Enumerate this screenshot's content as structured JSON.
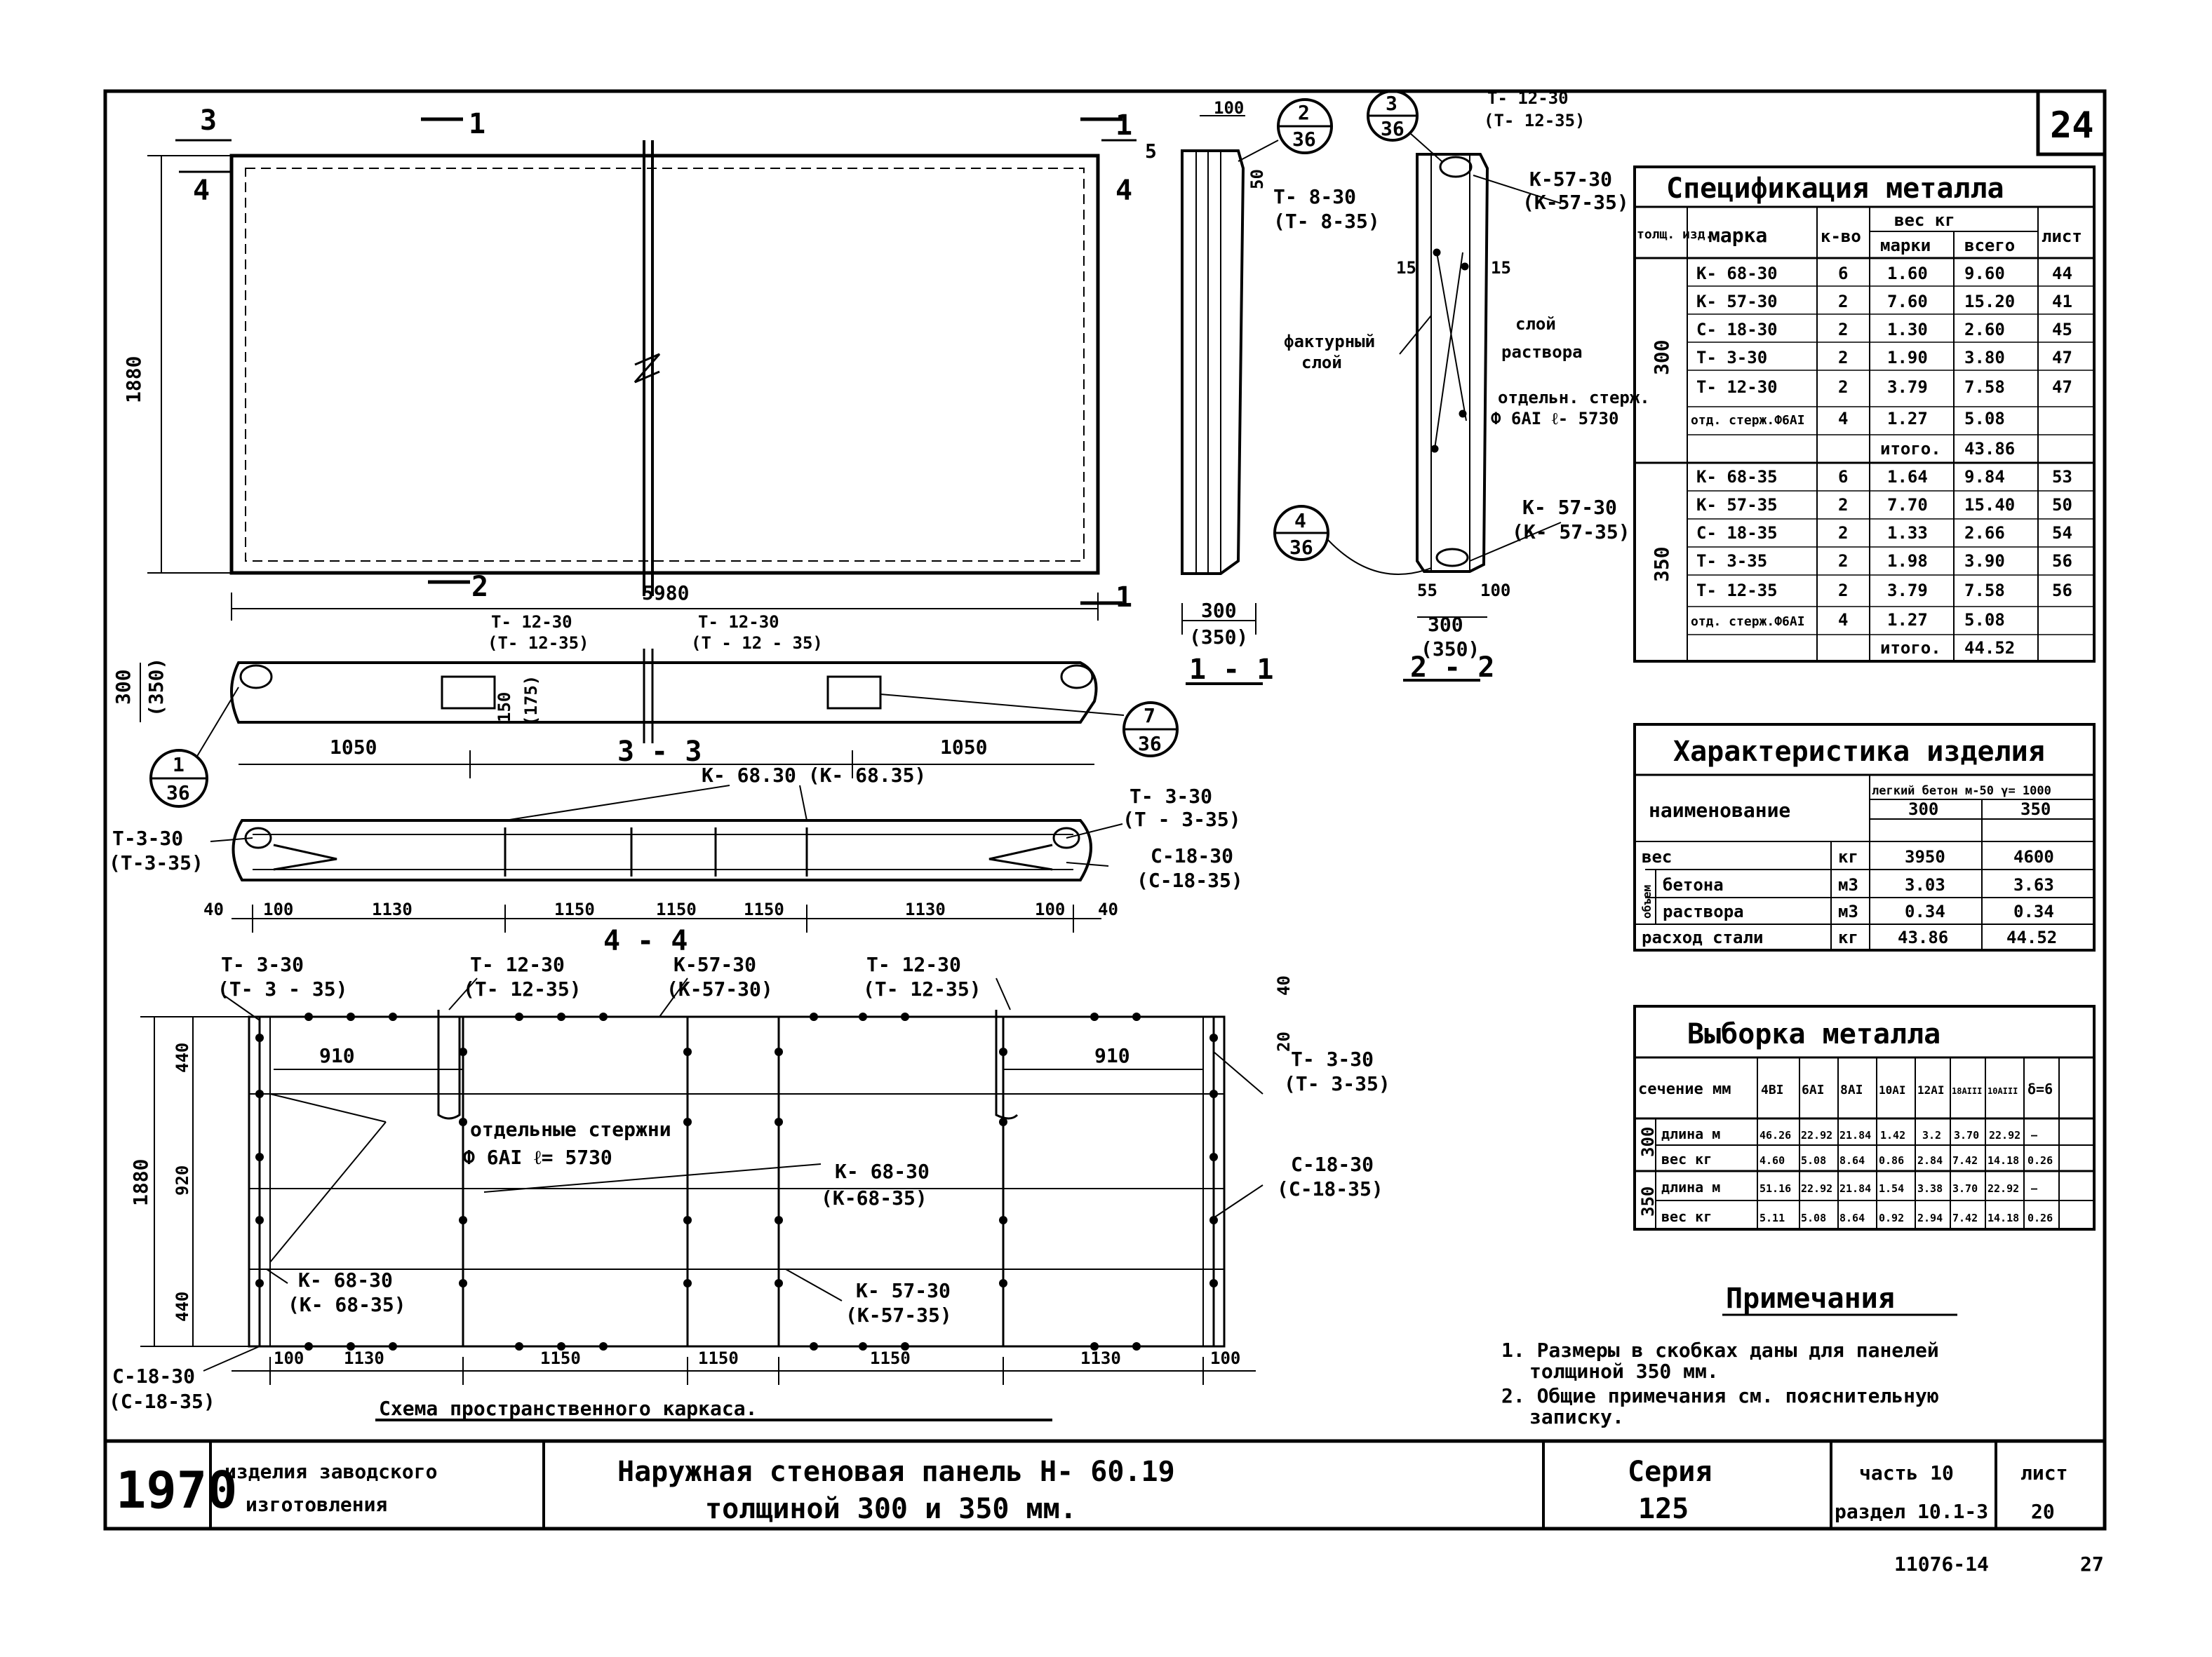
{
  "sheet_number": "24",
  "page_mark": "27",
  "inventory_number": "11076-14",
  "views": {
    "front": {
      "width": "5980",
      "height": "1880",
      "cut1": "1",
      "cut2": "2",
      "cut3_top": "3",
      "cut3_bottom": "4",
      "cut4_top": "1",
      "cut4_bottom": "4",
      "cut5": "5",
      "cut_mark": "3",
      "cut_mark_bottom": "4",
      "bottom_mark2": "2",
      "bottom_mark1": "1"
    },
    "section_1_1": {
      "title": "1 - 1",
      "dim_top": "100",
      "thickness": "300",
      "thickness_alt": "(350)",
      "mark_top": "50",
      "label_t": "Т- 8-30",
      "label_t_alt": "(Т- 8-35)",
      "callout_num": "2",
      "callout_sheet": "36"
    },
    "section_2_2": {
      "title": "2 - 2",
      "callout3_num": "3",
      "callout3_sheet": "36",
      "callout4_num": "4",
      "callout4_sheet": "36",
      "t12": "Т- 12-30",
      "t12_alt": "(Т- 12-35)",
      "k57_top": "К-57-30",
      "k57_top_alt": "(К-57-35)",
      "k57_bot": "К- 57-30",
      "k57_bot_alt": "(К- 57-35)",
      "d15a": "15",
      "d15b": "15",
      "texture_layer_1": "фактурный",
      "texture_layer_2": "слой",
      "mortar_layer_1": "слой",
      "mortar_layer_2": "раствора",
      "rods_1": "отдельн. стерж.",
      "rods_2": "Ф 6AI  ℓ- 5730",
      "d55": "55",
      "d100": "100",
      "thickness": "300",
      "thickness_alt": "(350)"
    },
    "section_3_3": {
      "title": "3 - 3",
      "t12a": "Т- 12-30",
      "t12a_alt": "(Т- 12-35)",
      "t12b": "Т- 12-30",
      "t12b_alt": "(Т - 12 - 35)",
      "thickness": "300",
      "thickness_alt": "(350)",
      "d150": "150",
      "d175": "(175)",
      "dim_left": "1050",
      "dim_right": "1050",
      "callout1_num": "1",
      "callout1_sheet": "36",
      "callout7_num": "7",
      "callout7_sheet": "36"
    },
    "section_4_4": {
      "title": "4 - 4",
      "k68": "К- 68.30  (К- 68.35)",
      "t3_left": "Т-3-30",
      "t3_left_alt": "(Т-3-35)",
      "t3_right": "Т- 3-30",
      "t3_right_alt": "(Т - 3-35)",
      "c18": "С-18-30",
      "c18_alt": "(С-18-35)",
      "dims": [
        "40",
        "100",
        "1130",
        "1150",
        "1150",
        "1150",
        "1130",
        "100",
        "40"
      ]
    },
    "frame": {
      "title": "Схема   пространственного   каркаса.",
      "t3_tl": "Т- 3-30",
      "t3_tl_alt": "(Т- 3 - 35)",
      "t12_a": "Т- 12-30",
      "t12_a_alt": "(Т- 12-35)",
      "k57_a": "К-57-30",
      "k57_a_alt": "(К-57-30)",
      "t12_b": "Т- 12-30",
      "t12_b_alt": "(Т- 12-35)",
      "t3_r": "Т- 3-30",
      "t3_r_alt": "(Т- 3-35)",
      "c18_r": "С-18-30",
      "c18_r_alt": "(С-18-35)",
      "c18_l": "С-18-30",
      "c18_l_alt": "(С-18-35)",
      "k68_c": "К- 68-30",
      "k68_c_alt": "(К-68-35)",
      "k68_l": "К- 68-30",
      "k68_l_alt": "(К- 68-35)",
      "k57_b": "К- 57-30",
      "k57_b_alt": "(К-57-35)",
      "rods_1": "отдельные стержни",
      "rods_2": "Ф 6AI  ℓ= 5730",
      "d910a": "910",
      "d910b": "910",
      "d40": "40",
      "d20": "20",
      "height": "1880",
      "v440a": "440",
      "v920": "920",
      "v440b": "440",
      "dims": [
        "100",
        "1130",
        "1150",
        "1150",
        "1150",
        "1130",
        "100"
      ]
    }
  },
  "spec_table": {
    "title": "Спецификация   металла",
    "headers": {
      "thickness": "толщ. изд.",
      "mark": "марка",
      "qty": "к-во",
      "weight": "вес  кг",
      "weight_mark": "марки",
      "weight_total": "всего",
      "sheet": "лист"
    },
    "groups": [
      {
        "thickness": "300",
        "rows": [
          {
            "mark": "К- 68-30",
            "qty": "6",
            "w": "1.60",
            "total": "9.60",
            "sheet": "44"
          },
          {
            "mark": "К- 57-30",
            "qty": "2",
            "w": "7.60",
            "total": "15.20",
            "sheet": "41"
          },
          {
            "mark": "С- 18-30",
            "qty": "2",
            "w": "1.30",
            "total": "2.60",
            "sheet": "45"
          },
          {
            "mark": "Т- 3-30",
            "qty": "2",
            "w": "1.90",
            "total": "3.80",
            "sheet": "47"
          },
          {
            "mark": "Т- 12-30",
            "qty": "2",
            "w": "3.79",
            "total": "7.58",
            "sheet": "47"
          },
          {
            "mark": "отд. стерж.Ф6AI",
            "qty": "4",
            "w": "1.27",
            "total": "5.08",
            "sheet": ""
          }
        ],
        "total_label": "итого.",
        "total": "43.86"
      },
      {
        "thickness": "350",
        "rows": [
          {
            "mark": "К- 68-35",
            "qty": "6",
            "w": "1.64",
            "total": "9.84",
            "sheet": "53"
          },
          {
            "mark": "К- 57-35",
            "qty": "2",
            "w": "7.70",
            "total": "15.40",
            "sheet": "50"
          },
          {
            "mark": "С- 18-35",
            "qty": "2",
            "w": "1.33",
            "total": "2.66",
            "sheet": "54"
          },
          {
            "mark": "Т- 3-35",
            "qty": "2",
            "w": "1.98",
            "total": "3.90",
            "sheet": "56"
          },
          {
            "mark": "Т- 12-35",
            "qty": "2",
            "w": "3.79",
            "total": "7.58",
            "sheet": "56"
          },
          {
            "mark": "отд. стерж.Ф6AI",
            "qty": "4",
            "w": "1.27",
            "total": "5.08",
            "sheet": ""
          }
        ],
        "total_label": "итого.",
        "total": "44.52"
      }
    ]
  },
  "char_table": {
    "title": "Характеристика   изделия",
    "name_header": "наименование",
    "material_header": "легкий бетон м-50 γ= 1000",
    "col1": "300",
    "col2": "350",
    "rows": [
      {
        "name": "вес",
        "unit": "кг",
        "v1": "3950",
        "v2": "4600"
      },
      {
        "name": "бетона",
        "unit": "м3",
        "v1": "3.03",
        "v2": "3.63"
      },
      {
        "name": "раствора",
        "unit": "м3",
        "v1": "0.34",
        "v2": "0.34"
      },
      {
        "name": "расход  стали",
        "unit": "кг",
        "v1": "43.86",
        "v2": "44.52"
      }
    ],
    "volume_label": "объем"
  },
  "selection_table": {
    "title": "Выборка    металла",
    "headers": [
      "сечение  мм",
      "4ВI",
      "6AI",
      "8AI",
      "10AI",
      "12AI",
      "18AIII",
      "10AIII",
      "δ=6"
    ],
    "rows": [
      {
        "group": "300",
        "label": "длина  м",
        "values": [
          "46.26",
          "22.92",
          "21.84",
          "1.42",
          "3.2",
          "3.70",
          "22.92",
          "—"
        ]
      },
      {
        "group": "",
        "label": "вес  кг",
        "values": [
          "4.60",
          "5.08",
          "8.64",
          "0.86",
          "2.84",
          "7.42",
          "14.18",
          "0.26"
        ]
      },
      {
        "group": "350",
        "label": "длина  м",
        "values": [
          "51.16",
          "22.92",
          "21.84",
          "1.54",
          "3.38",
          "3.70",
          "22.92",
          "—"
        ]
      },
      {
        "group": "",
        "label": "вес  кг",
        "values": [
          "5.11",
          "5.08",
          "8.64",
          "0.92",
          "2.94",
          "7.42",
          "14.18",
          "0.26"
        ]
      }
    ]
  },
  "notes": {
    "title": "Примечания",
    "lines": [
      "1. Размеры в скобках даны для панелей",
      "толщиной 350 мм.",
      "2. Общие примечания см. пояснительную",
      "записку."
    ]
  },
  "title_block": {
    "year": "1970",
    "category_1": "изделия заводского",
    "category_2": "изготовления",
    "title_1": "Наружная   стеновая   панель   Н- 60.19",
    "title_2": "толщиной   300  и  350  мм.",
    "series_label": "Серия",
    "series_value": "125",
    "part": "часть  10",
    "section": "раздел 10.1-3",
    "sheet_label": "лист",
    "sheet_value": "20"
  }
}
